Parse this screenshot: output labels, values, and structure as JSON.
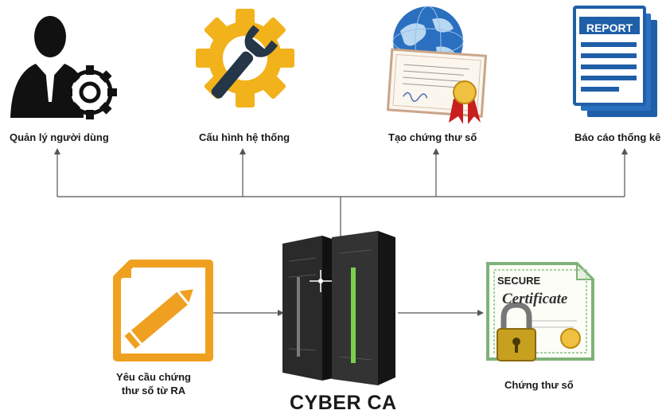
{
  "nodes": {
    "user_management": {
      "label": "Quản lý người dùng",
      "icon": "user-gear-icon"
    },
    "system_config": {
      "label": "Cấu hình hệ thống",
      "icon": "gear-wrench-icon"
    },
    "create_cert": {
      "label": "Tạo chứng thư số",
      "icon": "globe-certificate-icon"
    },
    "report": {
      "label": "Báo cáo thống kê",
      "icon": "report-icon"
    },
    "ra_request": {
      "label": "Yêu cầu chứng thư số từ RA",
      "icon": "document-pencil-icon"
    },
    "server": {
      "label": "CYBER CA",
      "icon": "server-icon"
    },
    "certificate": {
      "label": "Chứng thư số",
      "icon": "secure-certificate-icon"
    }
  },
  "icon_text": {
    "report": "REPORT",
    "secure": "SECURE",
    "certificate": "Certificate"
  },
  "colors": {
    "line": "#555555",
    "orange": "#f0a020",
    "gear_yellow": "#f2b21b",
    "dark": "#222222",
    "blue": "#1f5fa8",
    "green_light": "#7ad04a"
  }
}
